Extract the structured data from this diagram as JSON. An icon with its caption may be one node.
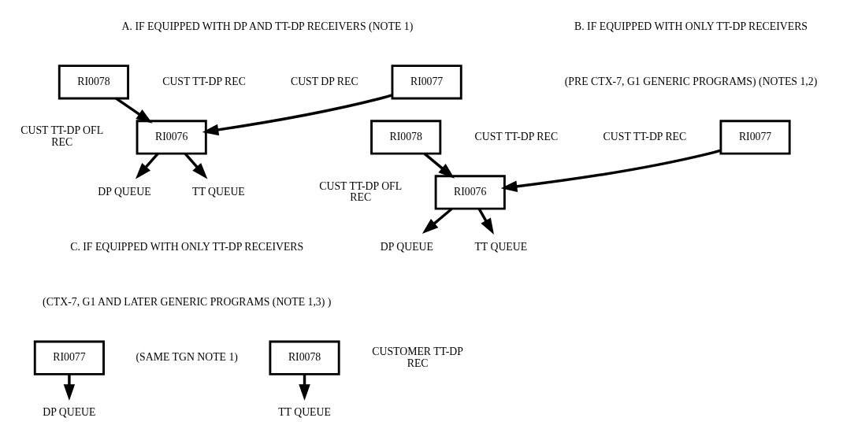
{
  "diagram": {
    "nodes": [
      {
        "text": [
          "RI0077"
        ],
        "beside": [
          "CUST DP REC"
        ]
      },
      {
        "text": [
          "RI0078"
        ],
        "beside": [
          "CUST TT-DP REC"
        ]
      },
      {
        "text": [
          "RI0076"
        ],
        "beside": [
          "CUST TT-DP OFL REC"
        ]
      },
      {
        "text": [
          "DP QUEUE"
        ]
      },
      {
        "text": [
          "TT QUEUE"
        ]
      },
      {
        "text": [
          "RI0077"
        ],
        "beside": [
          "CUST TT-DP REC"
        ]
      },
      {
        "text": [
          "RI0078"
        ],
        "beside": [
          "CUST TT-DP REC"
        ]
      },
      {
        "text": [
          "RI0076"
        ],
        "beside": [
          "CUST TT-DP OFL REC"
        ]
      },
      {
        "text": [
          "DP QUEUE"
        ]
      },
      {
        "text": [
          "TT QUEUE"
        ]
      },
      {
        "text": [
          "RI0077"
        ]
      },
      {
        "text": [
          "RI0078"
        ],
        "beside": [
          "CUSTOMER TT-DP REC"
        ]
      },
      {
        "text": [
          "DP QUEUE"
        ]
      },
      {
        "text": [
          "TT QUEUE"
        ]
      }
    ],
    "edges": [
      {
        "from": 0,
        "to": 2,
        "arrow": "to"
      },
      {
        "from": 1,
        "to": 2,
        "arrow": "to"
      },
      {
        "from": 2,
        "to": 3,
        "arrow": "to"
      },
      {
        "from": 2,
        "to": 4,
        "arrow": "to"
      },
      {
        "from": 5,
        "to": 7,
        "arrow": "to"
      },
      {
        "from": 6,
        "to": 7,
        "arrow": "to"
      },
      {
        "from": 7,
        "to": 8,
        "arrow": "to"
      },
      {
        "from": 7,
        "to": 9,
        "arrow": "to"
      },
      {
        "from": 10,
        "to": 12,
        "arrow": "to"
      },
      {
        "from": 11,
        "to": 13,
        "arrow": "to"
      }
    ],
    "labels": [
      "A. IF EQUIPPED WITH DP AND TT-DP RECEIVERS (NOTE 1)",
      "B. IF EQUIPPED WITH ONLY TT-DP RECEIVERS",
      "(PRE CTX-7, G1 GENERIC PROGRAMS) (NOTES 1,2)",
      "C. IF EQUIPPED WITH ONLY TT-DP RECEIVERS",
      "(CTX-7, G1 AND LATER GENERIC PROGRAMS (NOTE 1,3) )",
      "(SAME TGN NOTE 1)"
    ]
  }
}
